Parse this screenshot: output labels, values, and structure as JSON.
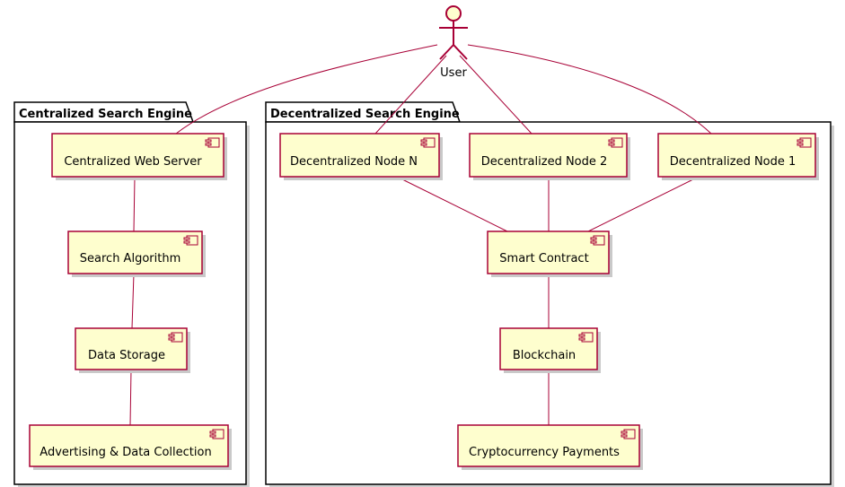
{
  "actor": {
    "name": "User",
    "icon": "stick-figure-icon"
  },
  "packages": {
    "centralized": {
      "title": "Centralized Search Engine",
      "components": {
        "web_server": "Centralized Web Server",
        "search_algorithm": "Search Algorithm",
        "data_storage": "Data Storage",
        "advertising": "Advertising & Data Collection"
      }
    },
    "decentralized": {
      "title": "Decentralized Search Engine",
      "components": {
        "node_n": "Decentralized Node N",
        "node_2": "Decentralized Node 2",
        "node_1": "Decentralized Node 1",
        "smart_contract": "Smart Contract",
        "blockchain": "Blockchain",
        "crypto_payments": "Cryptocurrency Payments"
      }
    }
  },
  "colors": {
    "component_fill": "#FEFECE",
    "component_border": "#A80036",
    "edge": "#A80036"
  }
}
